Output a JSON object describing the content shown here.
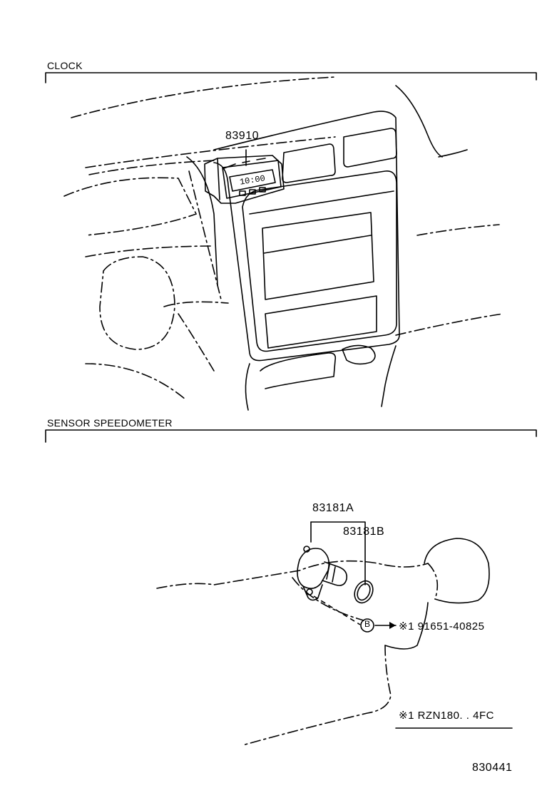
{
  "sections": {
    "clock": {
      "title": "CLOCK"
    },
    "sensor": {
      "title": "SENSOR SPEEDOMETER"
    }
  },
  "parts": {
    "clock_part": "83910",
    "sensor_a": "83181A",
    "sensor_b": "83181B",
    "ref_marker": "B",
    "fastener": "※1 91651-40825"
  },
  "note": "※1 RZN180. . 4FC",
  "diagram_id": "830441",
  "clock_display": "10:00"
}
